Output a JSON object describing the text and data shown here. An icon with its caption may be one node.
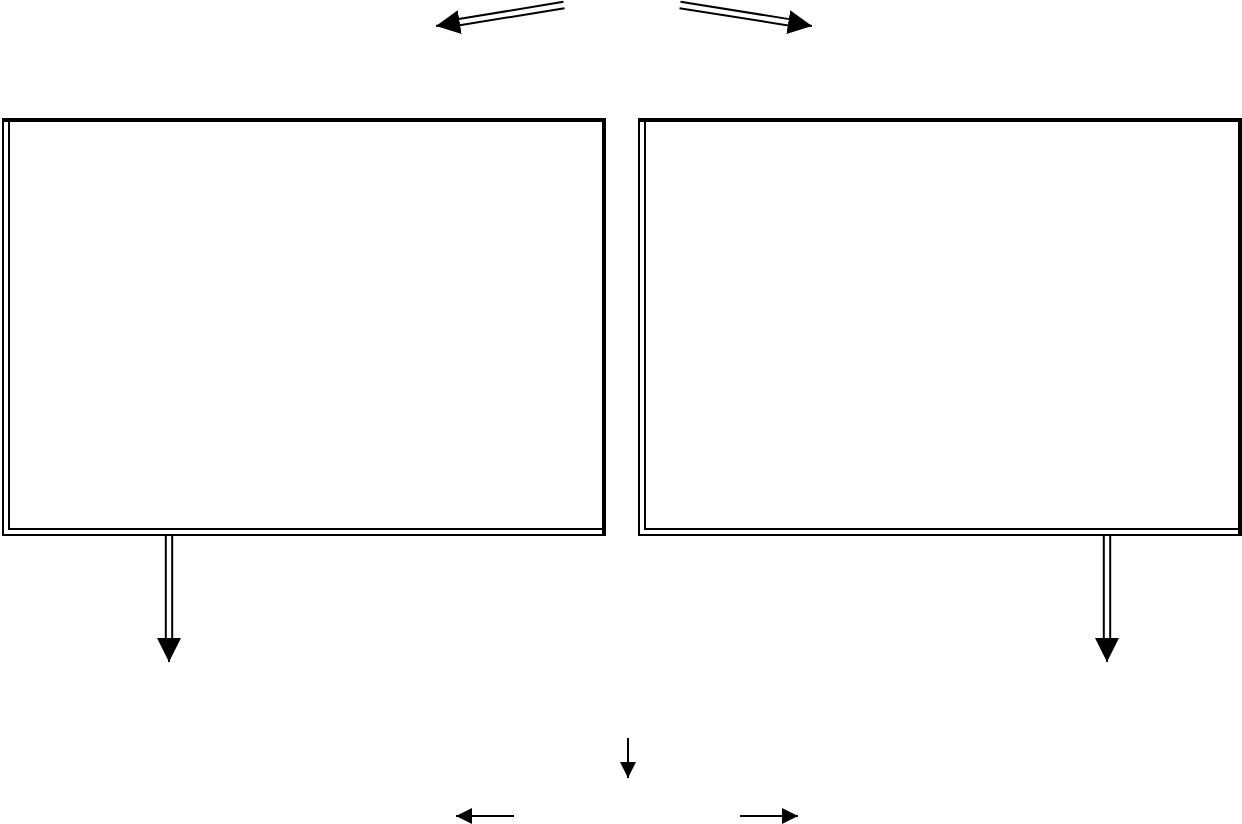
{
  "diagram": {
    "nodes": [
      {
        "text": [],
        "shape": "box"
      },
      {
        "text": [],
        "shape": "box"
      }
    ],
    "edges": [
      {
        "from": 0,
        "to": null,
        "arrow": "to"
      },
      {
        "from": 1,
        "to": null,
        "arrow": "to"
      }
    ]
  }
}
